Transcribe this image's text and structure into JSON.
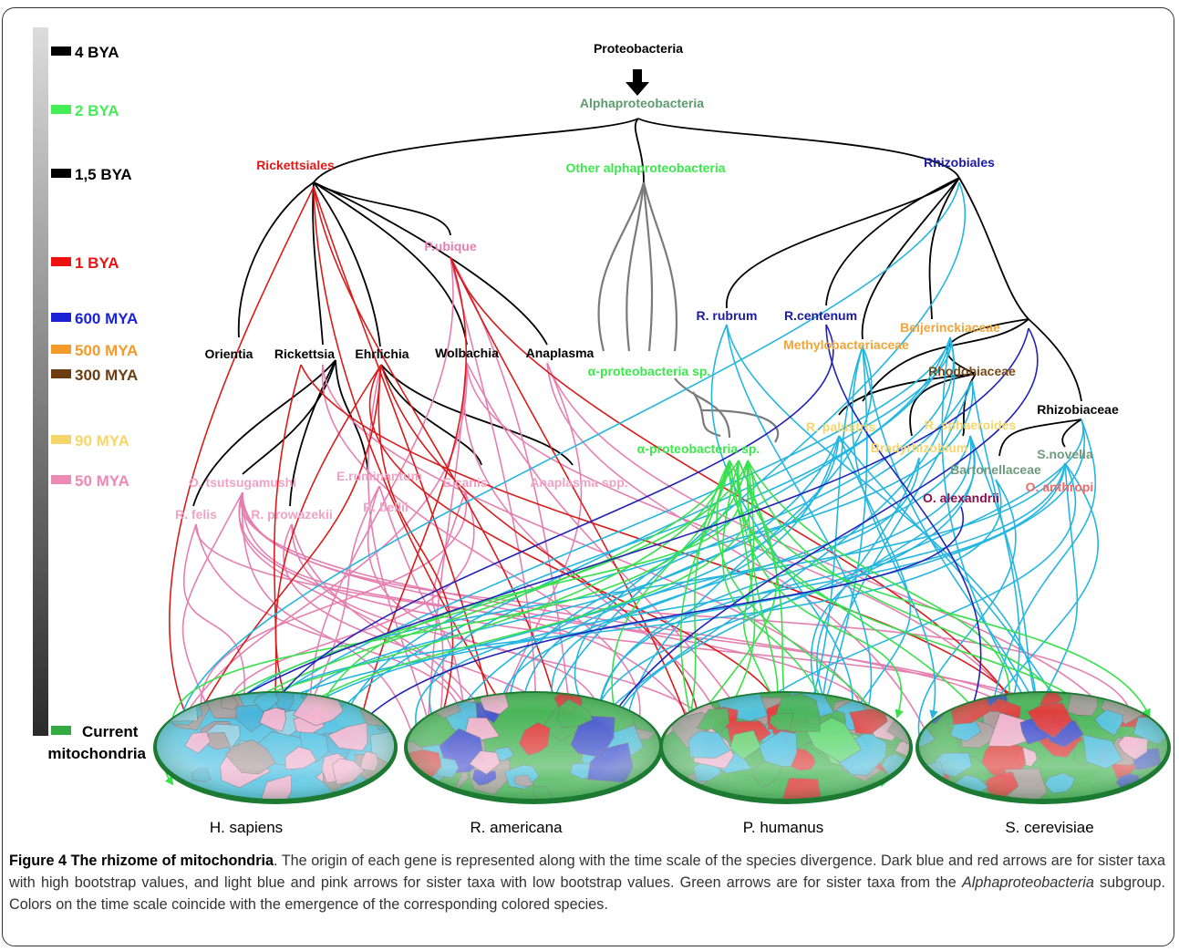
{
  "figure": {
    "root": "Proteobacteria",
    "alpha": "Alphaproteobacteria",
    "groups": {
      "rickettsiales": "Rickettsiales",
      "other_alpha": "Other alphaproteobacteria",
      "rhizobiales": "Rhizobiales"
    },
    "taxa": {
      "pubique": "P.ubique",
      "orientia": "Orientia",
      "rickettsia": "Rickettsia",
      "ehrlichia": "Ehrlichia",
      "wolbachia": "Wolbachia",
      "anaplasma": "Anaplasma",
      "alpha_sp_1": "α-proteobacteria sp.",
      "alpha_sp_2": "α-proteobacteria sp.",
      "r_rubrum": "R. rubrum",
      "r_centenum": "R.centenum",
      "beijerinckiaceae": "Beijerinckiaceae",
      "methylobacteriaceae": "Methylobacteriaceae",
      "rhodobiaceae": "Rhodobiaceae",
      "rhizobiaceae": "Rhizobiaceae",
      "r_palustris": "R. palustris",
      "r_sphaeroides": "R. sphaeroides",
      "bradyrhizobium": "Bradyrhizobium",
      "s_novella": "S.novella",
      "bartonellaceae": "Bartonellaceae",
      "o_alexandrii": "O. alexandrii",
      "o_anthropi": "O. anthropi",
      "o_tsutsugamushi": "O. tsutsugamushi",
      "r_felis": "R. felis",
      "r_prowazekii": "R. prowazekii",
      "e_ruminantum": "E.ruminantum",
      "r_bellii": "R. bellii",
      "e_canis": "E.canis",
      "anaplasma_spp": "Anaplasma spp."
    },
    "organisms": [
      "H. sapiens",
      "R. americana",
      "P. humanus",
      "S. cerevisiae"
    ],
    "time_scale": [
      {
        "label": "4 BYA",
        "color": "#000000"
      },
      {
        "label": "2 BYA",
        "color": "#44ee55"
      },
      {
        "label": "1,5 BYA",
        "color": "#000000"
      },
      {
        "label": "1 BYA",
        "color": "#ee1111"
      },
      {
        "label": "600 MYA",
        "color": "#1a24d6"
      },
      {
        "label": "500 MYA",
        "color": "#f49a2a"
      },
      {
        "label": "300 MYA",
        "color": "#6b3d10"
      },
      {
        "label": "90 MYA",
        "color": "#f6d56a"
      },
      {
        "label": "50 MYA",
        "color": "#ee88b4"
      }
    ],
    "current_label_1": "Current",
    "current_label_2": "mitochondria",
    "current_color": "#33aa44",
    "colors": {
      "rickettsiales": "#e01818",
      "other_alpha": "#3be84c",
      "rhizobiales": "#1a1aa8",
      "alpha_label": "#5c9a6e",
      "pink": "#e57fb0",
      "light_pink": "#eea3c4",
      "orange": "#f0a53a",
      "brown": "#7a4818",
      "yellow": "#f5d66c",
      "light_blue": "#24b6e0",
      "dark_blue": "#2222b8",
      "red_arrow": "#d81c1c",
      "green_arrow": "#38e04c",
      "maroon": "#8c1050",
      "salmon": "#ef6a6a",
      "grey_green": "#6f9a80"
    }
  },
  "caption": {
    "title": "Figure 4 The rhizome of mitochondria",
    "text_1": ". The origin of each gene is represented along with the time scale of the species divergence. Dark blue and red arrows are for sister taxa with high bootstrap values, and light blue and pink arrows for sister taxa with low bootstrap values. Green arrows are for sister taxa from the ",
    "italic": "Alphaproteobacteria",
    "text_2": " subgroup. Colors on the time scale coincide with the emergence of the corresponding colored species."
  }
}
